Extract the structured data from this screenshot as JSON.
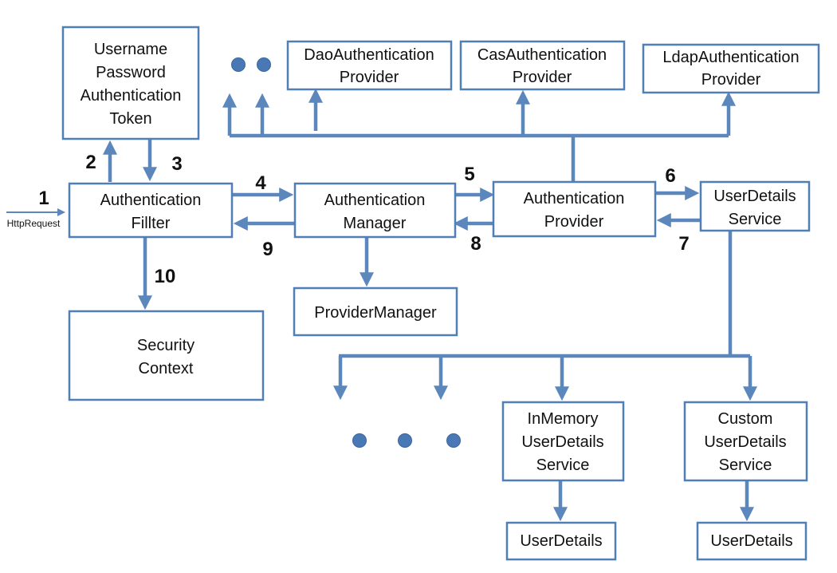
{
  "boxes": {
    "token": [
      "Username",
      "Password",
      "Authentication",
      "Token"
    ],
    "filter": [
      "Authentication",
      "Fillter"
    ],
    "manager": [
      "Authentication",
      "Manager"
    ],
    "provider": [
      "Authentication",
      "Provider"
    ],
    "userdetails_service": [
      "UserDetails",
      "Service"
    ],
    "provider_manager": [
      "ProviderManager"
    ],
    "security_context": [
      "Security",
      "Context"
    ],
    "dao_provider": [
      "DaoAuthentication",
      "Provider"
    ],
    "cas_provider": [
      "CasAuthentication",
      "Provider"
    ],
    "ldap_provider": [
      "LdapAuthentication",
      "Provider"
    ],
    "inmemory_service": [
      "InMemory",
      "UserDetails",
      "Service"
    ],
    "custom_service": [
      "Custom",
      "UserDetails",
      "Service"
    ],
    "userdetails_left": [
      "UserDetails"
    ],
    "userdetails_right": [
      "UserDetails"
    ]
  },
  "http_request": "HttpRequest",
  "step_numbers": [
    "1",
    "2",
    "3",
    "4",
    "5",
    "6",
    "7",
    "8",
    "9",
    "10"
  ],
  "colors": {
    "arrow": "#5b87bd",
    "box_border": "#4f7fb5",
    "dot": "#4a78b4"
  }
}
